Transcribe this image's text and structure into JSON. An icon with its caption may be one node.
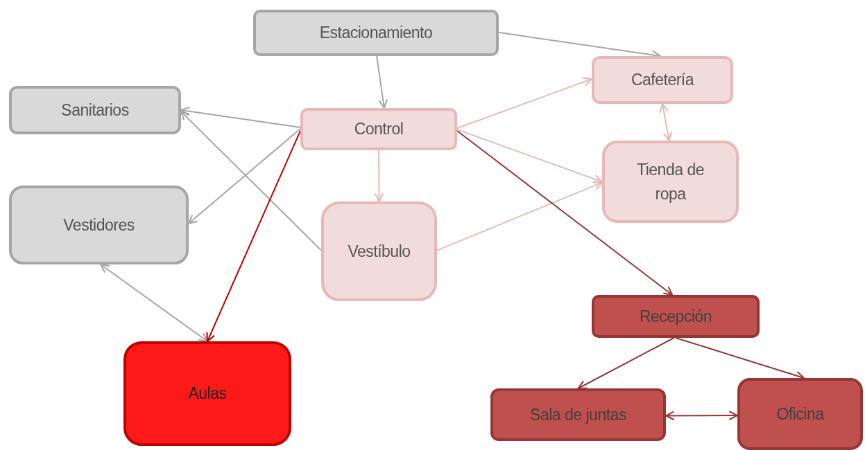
{
  "diagram": {
    "nodes": [
      {
        "text": [
          "Estacionamiento"
        ]
      },
      {
        "text": [
          "Cafetería"
        ]
      },
      {
        "text": [
          "Sanitarios"
        ]
      },
      {
        "text": [
          "Control"
        ]
      },
      {
        "text": [
          "Tienda de ropa"
        ]
      },
      {
        "text": [
          "Vestidores"
        ]
      },
      {
        "text": [
          "Vestíbulo"
        ]
      },
      {
        "text": [
          "Recepción"
        ]
      },
      {
        "text": [
          "Aulas"
        ]
      },
      {
        "text": [
          "Sala de juntas"
        ]
      },
      {
        "text": [
          "Oficina"
        ]
      }
    ],
    "edges": [
      {
        "from": 0,
        "to": 3,
        "arrow": "to"
      },
      {
        "from": 0,
        "to": 1,
        "arrow": "to"
      },
      {
        "from": 3,
        "to": 2,
        "arrow": "to"
      },
      {
        "from": 3,
        "to": 5,
        "arrow": "to"
      },
      {
        "from": 6,
        "to": 2,
        "arrow": "to"
      },
      {
        "from": 5,
        "to": 8,
        "arrow": "both"
      },
      {
        "from": 3,
        "to": 8,
        "arrow": "to",
        "color": "#c00000"
      },
      {
        "from": 3,
        "to": 6,
        "arrow": "to",
        "color": "#e6b9b8"
      },
      {
        "from": 3,
        "to": 1,
        "arrow": "to",
        "color": "#e6b9b8"
      },
      {
        "from": 3,
        "to": 4,
        "arrow": "to",
        "color": "#e6b9b8"
      },
      {
        "from": 6,
        "to": 4,
        "arrow": "to",
        "color": "#e6b9b8"
      },
      {
        "from": 1,
        "to": 4,
        "arrow": "both",
        "color": "#e6b9b8"
      },
      {
        "from": 3,
        "to": 7,
        "arrow": "to",
        "color": "#953735"
      },
      {
        "from": 7,
        "to": 9,
        "arrow": "to",
        "color": "#953735"
      },
      {
        "from": 7,
        "to": 10,
        "arrow": "to",
        "color": "#953735"
      },
      {
        "from": 9,
        "to": 10,
        "arrow": "both",
        "color": "#953735"
      }
    ]
  }
}
